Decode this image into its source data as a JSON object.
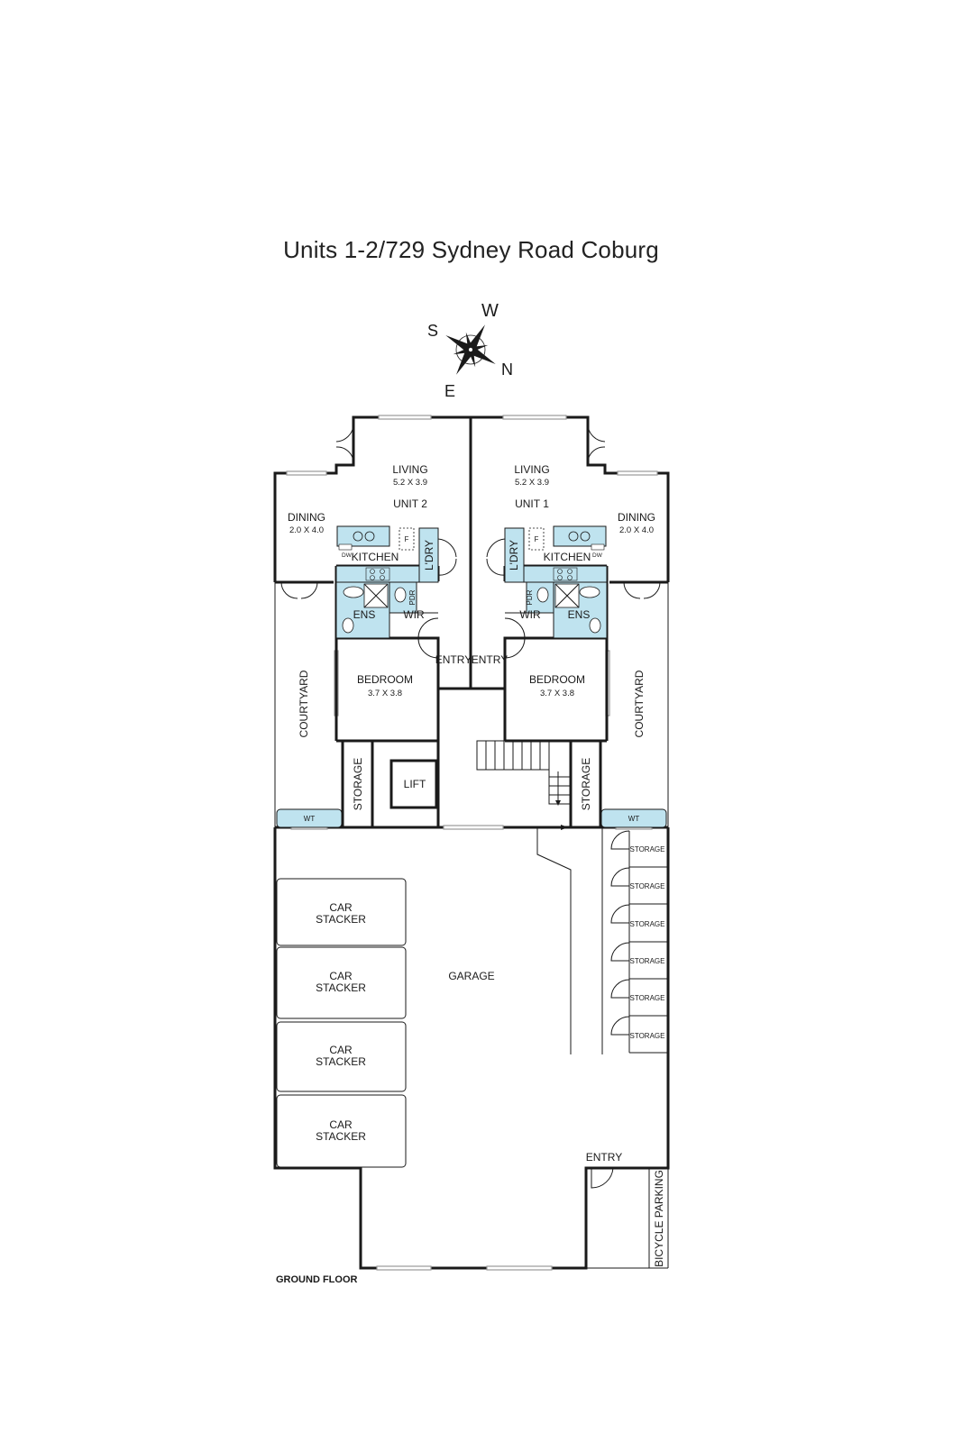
{
  "title": "Units 1-2/729 Sydney Road Coburg",
  "compass": {
    "w": "W",
    "s": "S",
    "n": "N",
    "e": "E"
  },
  "unit2": {
    "name": "UNIT 2",
    "living": "LIVING",
    "living_dim": "5.2 X 3.9",
    "dining": "DINING",
    "dining_dim": "2.0 X 4.0",
    "kitchen": "KITCHEN",
    "laundry": "L'DRY",
    "pdr": "PDR",
    "ens": "ENS",
    "wir": "WIR",
    "entry": "ENTRY",
    "bedroom": "BEDROOM",
    "bedroom_dim": "3.7 X 3.8",
    "courtyard": "COURTYARD",
    "storage": "STORAGE",
    "wt": "WT",
    "dw": "DW",
    "f": "F"
  },
  "unit1": {
    "name": "UNIT 1",
    "living": "LIVING",
    "living_dim": "5.2 X 3.9",
    "dining": "DINING",
    "dining_dim": "2.0 X 4.0",
    "kitchen": "KITCHEN",
    "laundry": "L'DRY",
    "pdr": "PDR",
    "ens": "ENS",
    "wir": "WIR",
    "entry": "ENTRY",
    "bedroom": "BEDROOM",
    "bedroom_dim": "3.7 X 3.8",
    "courtyard": "COURTYARD",
    "storage": "STORAGE",
    "wt": "WT",
    "dw": "DW",
    "f": "F"
  },
  "common": {
    "lift": "LIFT",
    "garage": "GARAGE",
    "garage_entry": "ENTRY",
    "bicycle": "BICYCLE PARKING",
    "floor": "GROUND FLOOR",
    "car_stacker_1": "CAR",
    "car_stacker_2": "STACKER",
    "storage_cages": [
      "STORAGE",
      "STORAGE",
      "STORAGE",
      "STORAGE",
      "STORAGE",
      "STORAGE"
    ]
  },
  "colors": {
    "fixture": "#bfe3ef",
    "wall": "#1a1a1a"
  }
}
